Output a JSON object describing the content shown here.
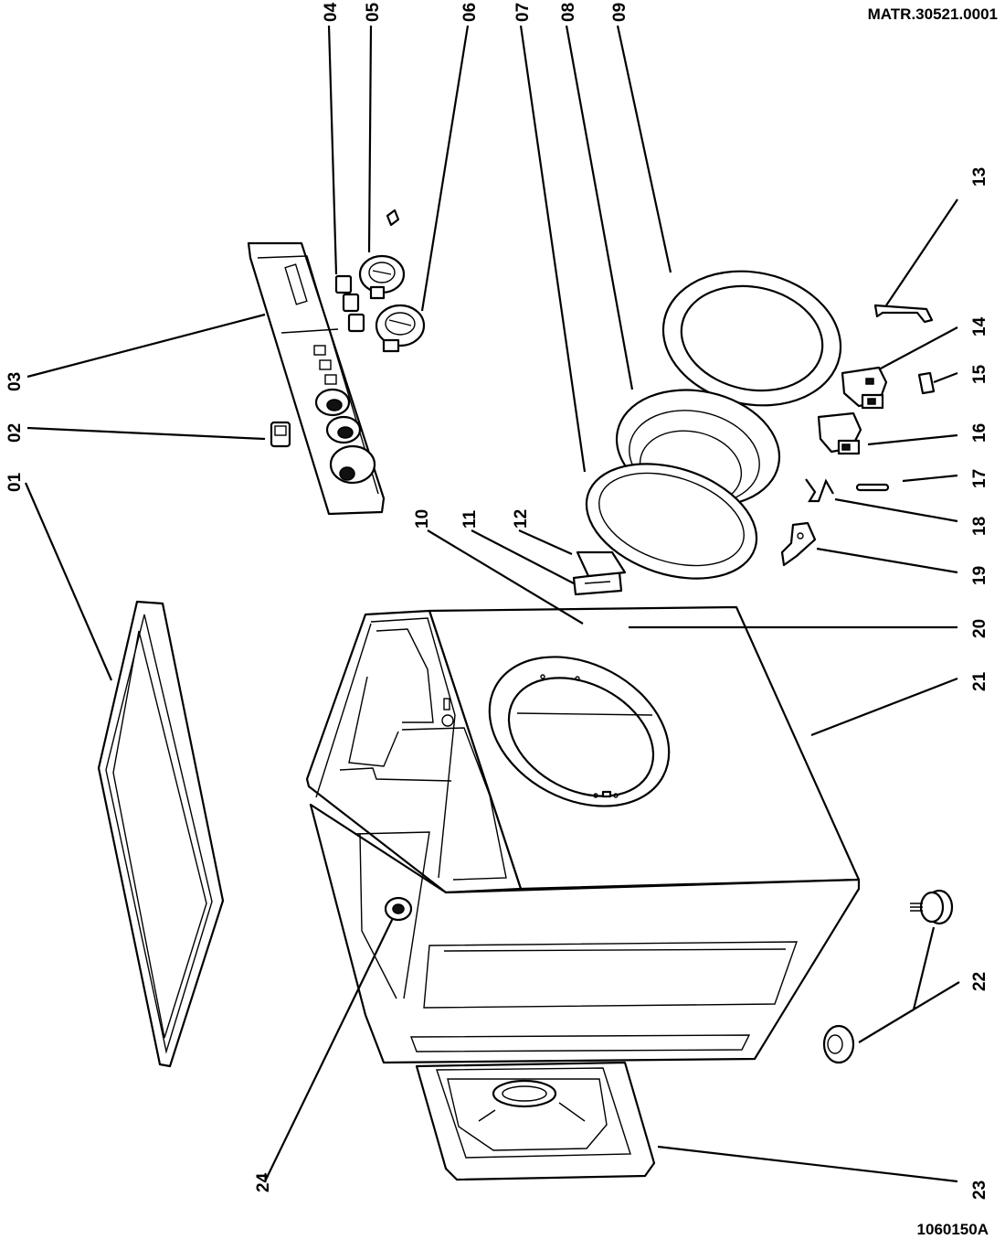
{
  "header": {
    "reference_top": "MATR.30521.0001"
  },
  "footer": {
    "reference_bottom": "1060150A"
  },
  "callouts": [
    "01",
    "02",
    "03",
    "04",
    "05",
    "06",
    "07",
    "08",
    "09",
    "10",
    "11",
    "12",
    "13",
    "14",
    "15",
    "16",
    "17",
    "18",
    "19",
    "20",
    "21",
    "22",
    "23",
    "24"
  ]
}
